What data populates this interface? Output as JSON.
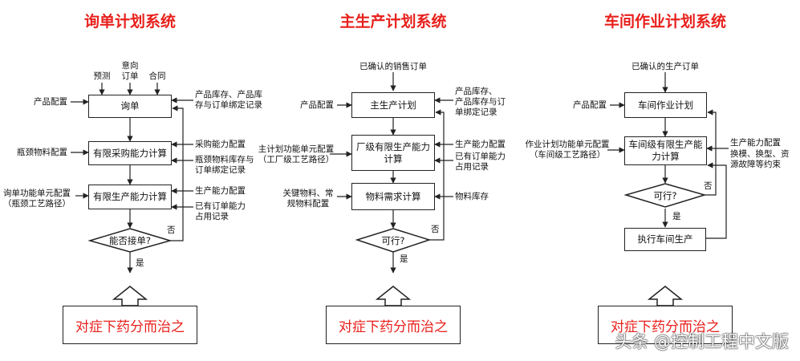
{
  "col1": {
    "title": "询单计划系统",
    "top_in": [
      "预测",
      "意向\n订单",
      "合同"
    ],
    "box1": "询单",
    "box2": "有限采购能力计算",
    "box3": "有限生产能力计算",
    "decision": "能否接单?",
    "yes": "是",
    "no": "否",
    "left_in1": "产品配置",
    "left_in2": "瓶颈物料配置",
    "left_in3": "询单功能单元配置\n（瓶颈工艺路径）",
    "right_in1": "产品库存、产品库\n存与订单绑定记录",
    "right_in2a": "采购能力配置",
    "right_in2b": "瓶颈物料库存与\n订单绑定记录",
    "right_in3a": "生产能力配置",
    "right_in3b": "已有订单能力\n占用记录",
    "callout": "对症下药分而治之"
  },
  "col2": {
    "title": "主生产计划系统",
    "top_in": "已确认的销售订单",
    "box1": "主生产计划",
    "box2": "厂级有限生产能力\n计算",
    "box3": "物料需求计算",
    "decision": "可行?",
    "yes": "是",
    "no": "否",
    "left_in1": "产品配置",
    "left_in2": "主计划功能单元配置\n（工厂级工艺路径）",
    "left_in3": "关键物料、常\n规物料配置",
    "right_in1": "产品库存、\n产品库存与订\n单绑定记录",
    "right_in2a": "生产能力配置",
    "right_in2b": "已有订单能力\n占用记录",
    "right_in3": "物料库存",
    "callout": "对症下药分而治之"
  },
  "col3": {
    "title": "车间作业计划系统",
    "top_in": "已确认的生产订单",
    "box1": "车间作业计划",
    "box2": "车间级有限生产能\n力计算",
    "box3": "执行车间生产",
    "decision": "可行?",
    "yes": "是",
    "no": "否",
    "left_in1": "产品配置",
    "left_in2": "作业计划功能单元配置\n（车间级工艺路径）",
    "right_in1": "生产能力配置",
    "right_in2": "换模、换型、资\n源故障等约束",
    "callout": "对症下药分而治之"
  },
  "watermark": "头条 @控制工程中文版"
}
